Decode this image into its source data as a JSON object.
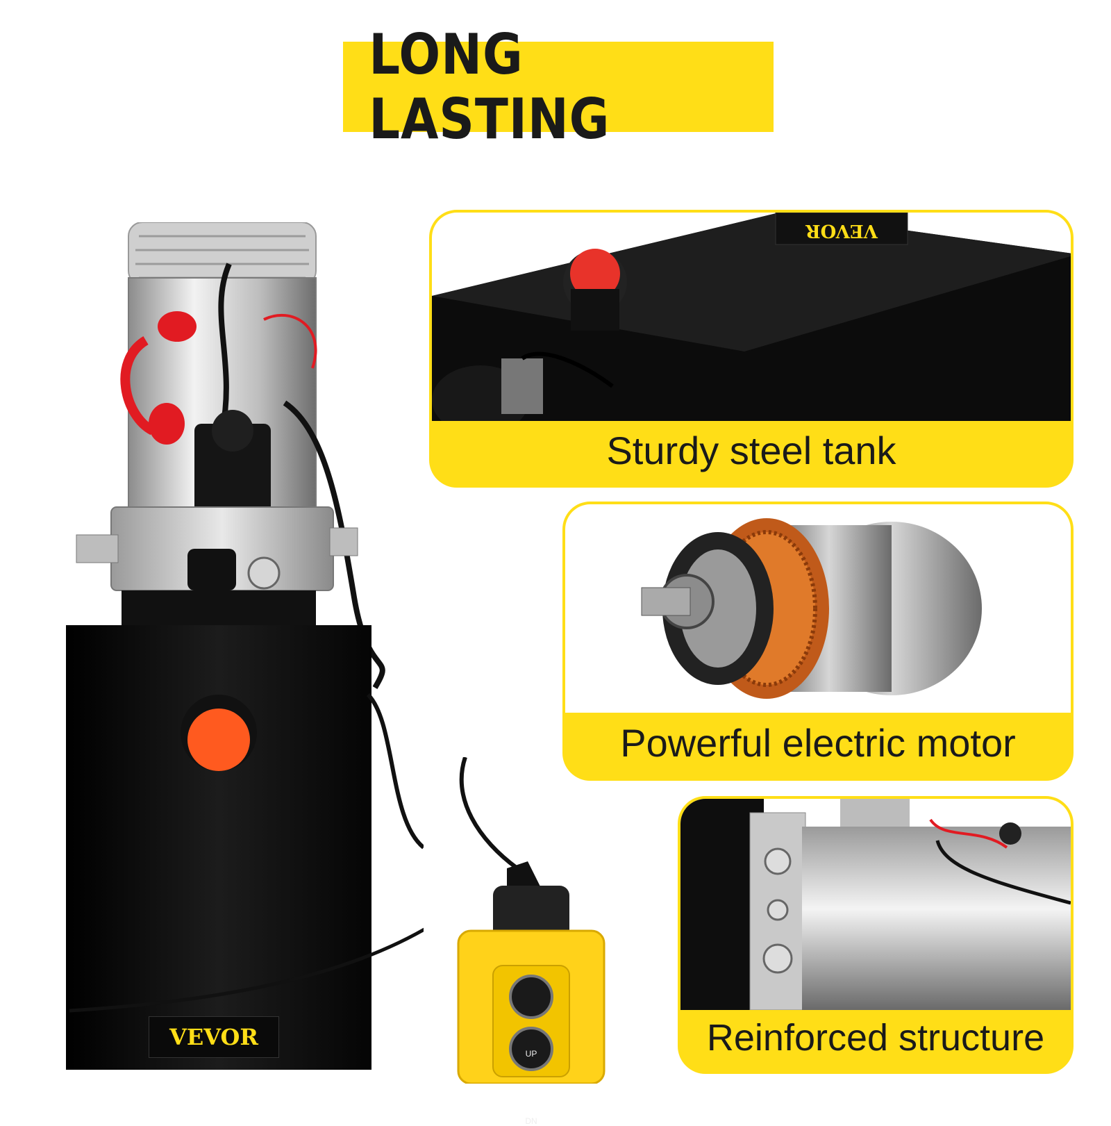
{
  "banner": {
    "title": "LONG LASTING"
  },
  "features": [
    {
      "caption": "Sturdy steel tank"
    },
    {
      "caption": "Powerful electric motor"
    },
    {
      "caption": "Reinforced structure"
    }
  ],
  "product": {
    "brand": "VEVOR",
    "tank_brand": "VEVOR",
    "remote_up": "UP",
    "remote_down": "DN"
  },
  "colors": {
    "accent": "#ffde17",
    "tank": "#0d0d0d",
    "cap": "#ff5a1f",
    "wire_red": "#e11b22"
  }
}
